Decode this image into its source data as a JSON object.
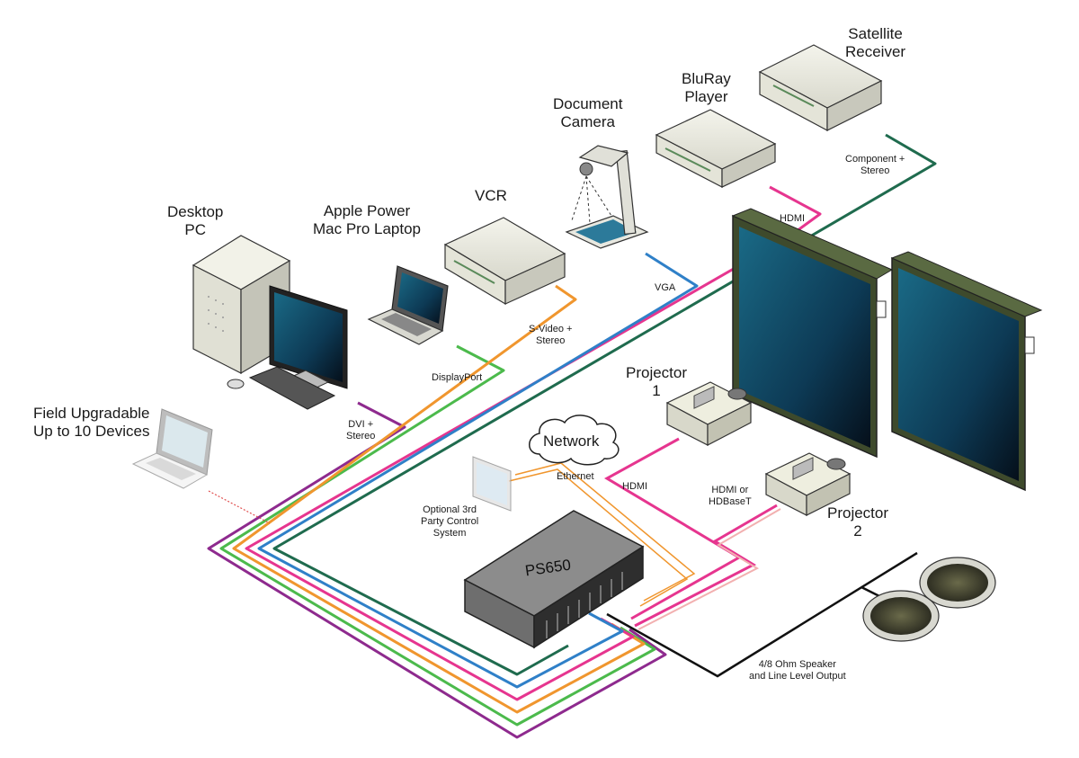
{
  "devices": {
    "satellite_receiver": [
      "Satellite",
      "Receiver"
    ],
    "bluray_player": [
      "BluRay",
      "Player"
    ],
    "document_camera": [
      "Document",
      "Camera"
    ],
    "vcr": [
      "VCR"
    ],
    "apple_laptop": [
      "Apple Power",
      "Mac Pro Laptop"
    ],
    "desktop_pc": [
      "Desktop",
      "PC"
    ],
    "field_upgradable": [
      "Field Upgradable",
      "Up to 10 Devices"
    ],
    "projector_1": [
      "Projector",
      "1"
    ],
    "projector_2": [
      "Projector",
      "2"
    ],
    "network": [
      "Network"
    ],
    "control_system": [
      "Optional 3rd",
      "Party Control",
      "System"
    ],
    "switcher": [
      "PS650"
    ]
  },
  "cables": {
    "component": [
      "Component +",
      "Stereo"
    ],
    "hdmi_bluray": [
      "HDMI"
    ],
    "vga": [
      "VGA"
    ],
    "svideo": [
      "S-Video +",
      "Stereo"
    ],
    "displayport": [
      "DisplayPort"
    ],
    "dvi": [
      "DVI +",
      "Stereo"
    ],
    "ethernet": [
      "Ethernet"
    ],
    "hdmi_projector1": [
      "HDMI"
    ],
    "hdmi_projector2": [
      "HDMI or",
      "HDBaseT"
    ],
    "speaker_output": [
      "4/8 Ohm Speaker",
      "and Line Level Output"
    ]
  },
  "colors": {
    "purple": "#8e2a8e",
    "green": "#4cba4c",
    "orange": "#f0962e",
    "pink": "#e6358f",
    "blue": "#2f80c8",
    "darkgreen": "#1f6b4e",
    "black": "#111111",
    "red_dotted": "#e05050"
  },
  "icons": [
    "satellite-receiver-icon",
    "bluray-player-icon",
    "document-camera-icon",
    "vcr-icon",
    "laptop-icon",
    "desktop-pc-icon",
    "monitor-icon",
    "keyboard-icon",
    "display-icon",
    "projector-icon",
    "cloud-icon",
    "touch-panel-icon",
    "switcher-icon",
    "speaker-icon"
  ]
}
